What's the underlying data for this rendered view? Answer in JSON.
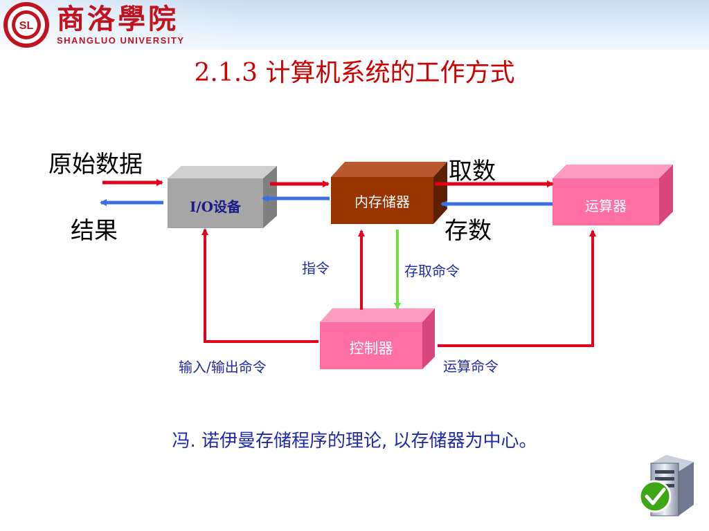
{
  "header": {
    "logo_cn": "商洛學院",
    "logo_en": "SHANGLUO  UNIVERSITY",
    "seal_text": "SL"
  },
  "title": "2.1.3  计算机系统的工作方式",
  "diagram": {
    "boxes": {
      "io": "I/O设备",
      "memory": "内存储器",
      "alu": "运算器",
      "control": "控制器"
    },
    "labels": {
      "raw_data": "原始数据",
      "result": "结果",
      "fetch": "取数",
      "store": "存数",
      "instruction": "指令",
      "access_cmd": "存取命令",
      "io_cmd": "输入/输出命令",
      "calc_cmd": "运算命令"
    }
  },
  "footer_text": "冯. 诺伊曼存储程序的理论, 以存储器为中心。",
  "icons": [
    "server-icon",
    "check-icon"
  ],
  "colors": {
    "title": "#cc0000",
    "arrow_red": "#e0001b",
    "arrow_blue": "#3a6fe0",
    "arrow_green": "#6ee040",
    "io_box": "#a6a6a6",
    "memory_box": "#993300",
    "pink_box": "#ff6fa3",
    "label_blue": "#1f2aa6"
  }
}
